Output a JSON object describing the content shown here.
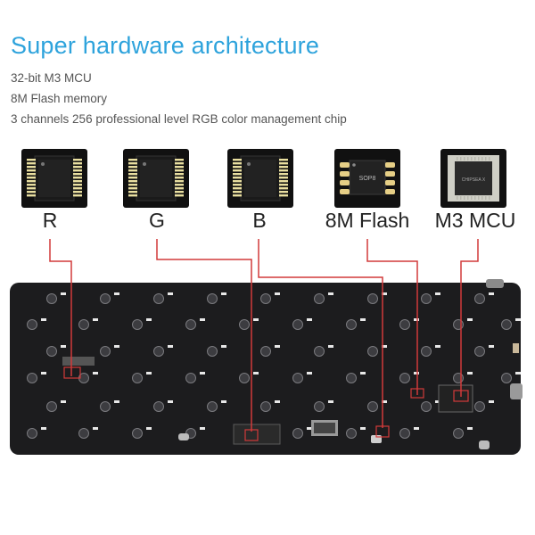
{
  "header": {
    "title": "Super hardware architecture",
    "specs": [
      "32-bit M3 MCU",
      "8M Flash memory",
      "3 channels 256 professional level RGB color management chip"
    ]
  },
  "chips": [
    {
      "label": "R",
      "icon": "ic-chip-icon"
    },
    {
      "label": "G",
      "icon": "ic-chip-icon"
    },
    {
      "label": "B",
      "icon": "ic-chip-icon"
    },
    {
      "label": "8M Flash",
      "icon": "flash-chip-icon",
      "marking": "SOP8"
    },
    {
      "label": "M3 MCU",
      "icon": "mcu-chip-icon",
      "marking": "CHIPSEA X"
    }
  ],
  "colors": {
    "title": "#2ea3dc",
    "leader_line": "#d23a3a",
    "pcb": "#1c1c1e"
  }
}
